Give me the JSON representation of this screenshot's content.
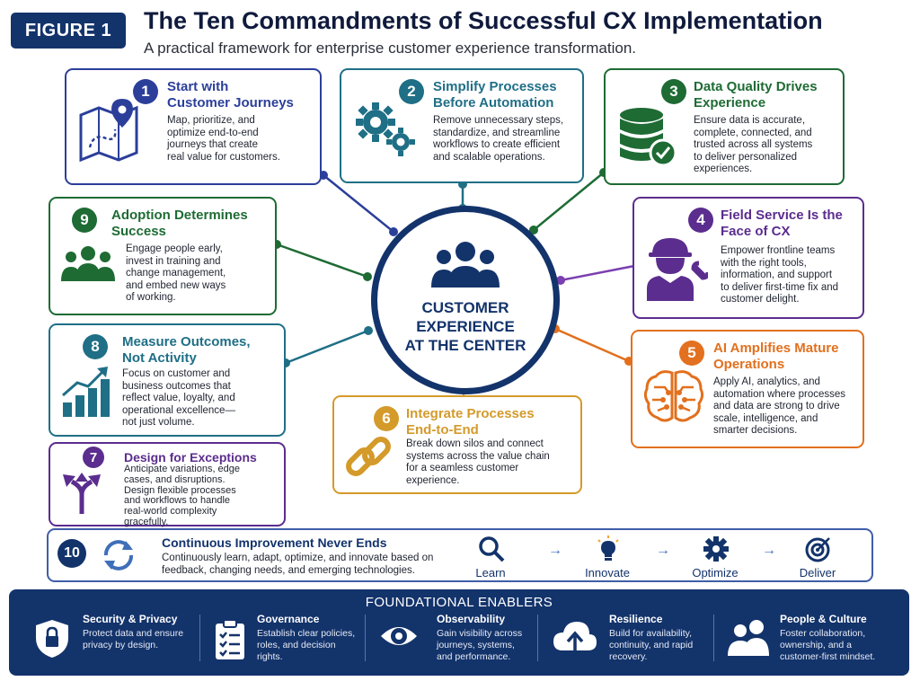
{
  "header": {
    "badge": "FIGURE 1",
    "title": "The Ten Commandments of Successful CX Implementation",
    "subtitle": "A practical framework for enterprise customer experience transformation."
  },
  "center": {
    "label_line1": "CUSTOMER",
    "label_line2": "EXPERIENCE",
    "label_line3": "AT THE CENTER",
    "icon": "people-group-icon"
  },
  "commandments": [
    {
      "number": "1",
      "title_line1": "Start with",
      "title_line2": "Customer Journeys",
      "desc": [
        "Map, prioritize, and",
        "optimize end-to-end",
        "journeys that create",
        "real value for customers."
      ],
      "icon": "journey-map-icon",
      "color": "#2b3f9a"
    },
    {
      "number": "2",
      "title_line1": "Simplify Processes",
      "title_line2": "Before Automation",
      "desc": [
        "Remove unnecessary steps,",
        "standardize, and streamline",
        "workflows to create efficient",
        "and scalable operations."
      ],
      "icon": "gears-icon",
      "color": "#1f6f86"
    },
    {
      "number": "3",
      "title_line1": "Data Quality Drives",
      "title_line2": "Experience",
      "desc": [
        "Ensure data is accurate,",
        "complete, connected, and",
        "trusted across all systems",
        "to deliver personalized",
        "experiences."
      ],
      "icon": "database-check-icon",
      "color": "#1e6b34"
    },
    {
      "number": "4",
      "title_line1": "Field Service Is the",
      "title_line2": "Face of CX",
      "desc": [
        "Empower frontline teams",
        "with the right tools,",
        "information, and support",
        "to deliver first-time fix and",
        "customer delight."
      ],
      "icon": "technician-icon",
      "color": "#5b2d8e"
    },
    {
      "number": "5",
      "title_line1": "AI Amplifies Mature",
      "title_line2": "Operations",
      "desc": [
        "Apply AI, analytics, and",
        "automation where processes",
        "and data are strong to drive",
        "scale, intelligence, and",
        "smarter decisions."
      ],
      "icon": "ai-brain-icon",
      "color": "#e2701e"
    },
    {
      "number": "6",
      "title_line1": "Integrate Processes",
      "title_line2": "End-to-End",
      "desc": [
        "Break down silos and connect",
        "systems across the value chain",
        "for a seamless customer",
        "experience."
      ],
      "icon": "chain-link-icon",
      "color": "#d49a2a"
    },
    {
      "number": "7",
      "title_line1": "Design for Exceptions",
      "title_line2": "",
      "desc": [
        "Anticipate variations, edge",
        "cases, and disruptions.",
        "Design flexible processes",
        "and workflows to handle",
        "real-world complexity",
        "gracefully."
      ],
      "icon": "split-arrows-icon",
      "color": "#5b2d8e"
    },
    {
      "number": "8",
      "title_line1": "Measure Outcomes,",
      "title_line2": "Not Activity",
      "desc": [
        "Focus on customer and",
        "business outcomes that",
        "reflect value, loyalty, and",
        "operational excellence—",
        "not just volume."
      ],
      "icon": "growth-chart-icon",
      "color": "#1f6f86"
    },
    {
      "number": "9",
      "title_line1": "Adoption Determines",
      "title_line2": "Success",
      "desc": [
        "Engage people early,",
        "invest in training and",
        "change management,",
        "and embed new ways",
        "of working."
      ],
      "icon": "team-icon",
      "color": "#1e6b34"
    }
  ],
  "improvement": {
    "number": "10",
    "title": "Continuous Improvement Never Ends",
    "desc": "Continuously learn, adapt, optimize, and innovate based on feedback, changing needs, and emerging technologies.",
    "icon": "cycle-arrows-icon",
    "steps": [
      {
        "label": "Learn",
        "icon": "magnifier-icon"
      },
      {
        "label": "Innovate",
        "icon": "lightbulb-icon"
      },
      {
        "label": "Optimize",
        "icon": "gear-icon"
      },
      {
        "label": "Deliver",
        "icon": "target-icon"
      }
    ],
    "arrow": "→"
  },
  "foundation": {
    "title": "FOUNDATIONAL ENABLERS",
    "items": [
      {
        "title": "Security & Privacy",
        "desc": [
          "Protect data and ensure",
          "privacy by design."
        ],
        "icon": "shield-lock-icon"
      },
      {
        "title": "Governance",
        "desc": [
          "Establish clear policies,",
          "roles, and decision",
          "rights."
        ],
        "icon": "clipboard-checklist-icon"
      },
      {
        "title": "Observability",
        "desc": [
          "Gain visibility across",
          "journeys, systems,",
          "and performance."
        ],
        "icon": "eye-icon"
      },
      {
        "title": "Resilience",
        "desc": [
          "Build for availability,",
          "continuity, and rapid",
          "recovery."
        ],
        "icon": "cloud-upload-icon"
      },
      {
        "title": "People & Culture",
        "desc": [
          "Foster collaboration,",
          "ownership, and a",
          "customer-first mindset."
        ],
        "icon": "people-icon"
      }
    ]
  }
}
